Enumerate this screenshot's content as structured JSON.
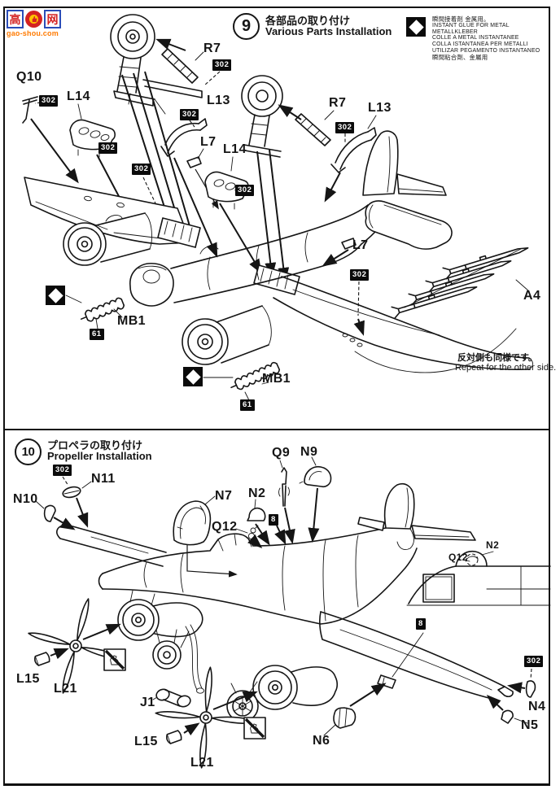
{
  "watermark": {
    "char_left": "高",
    "char_right": "网",
    "site": "gao-shou.com"
  },
  "step9": {
    "number": "9",
    "title_jp": "各部品の取り付け",
    "title_en": "Various Parts Installation",
    "glue": {
      "jp": "瞬間接着剤 金属用。",
      "en": "INSTANT GLUE FOR METAL",
      "de": "METALLKLEBER",
      "fr": "COLLE A METAL INSTANTANEE",
      "it": "COLLA ISTANTANEA PER METALLI",
      "es": "UTILIZAR PEGAMENTO INSTANTANEO",
      "cn": "瞬間粘合劑、金屬用"
    },
    "repeat_jp": "反対側も同様です。",
    "repeat_en": "Repeat for the other side.",
    "labels": {
      "q10": "Q10",
      "l14": "L14",
      "r7": "R7",
      "l13": "L13",
      "l7": "L7",
      "mb1": "MB1",
      "a4": "A4"
    },
    "paint": {
      "p302": "302",
      "p61": "61"
    }
  },
  "step10": {
    "number": "10",
    "title_jp": "プロペラの取り付け",
    "title_en": "Propeller Installation",
    "labels": {
      "n10": "N10",
      "n11": "N11",
      "n7": "N7",
      "n2": "N2",
      "q12": "Q12",
      "q9": "Q9",
      "n9": "N9",
      "l15": "L15",
      "l21": "L21",
      "j1": "J1",
      "n6": "N6",
      "n4": "N4",
      "n5": "N5"
    },
    "paint": {
      "p302": "302",
      "p8": "8"
    }
  }
}
